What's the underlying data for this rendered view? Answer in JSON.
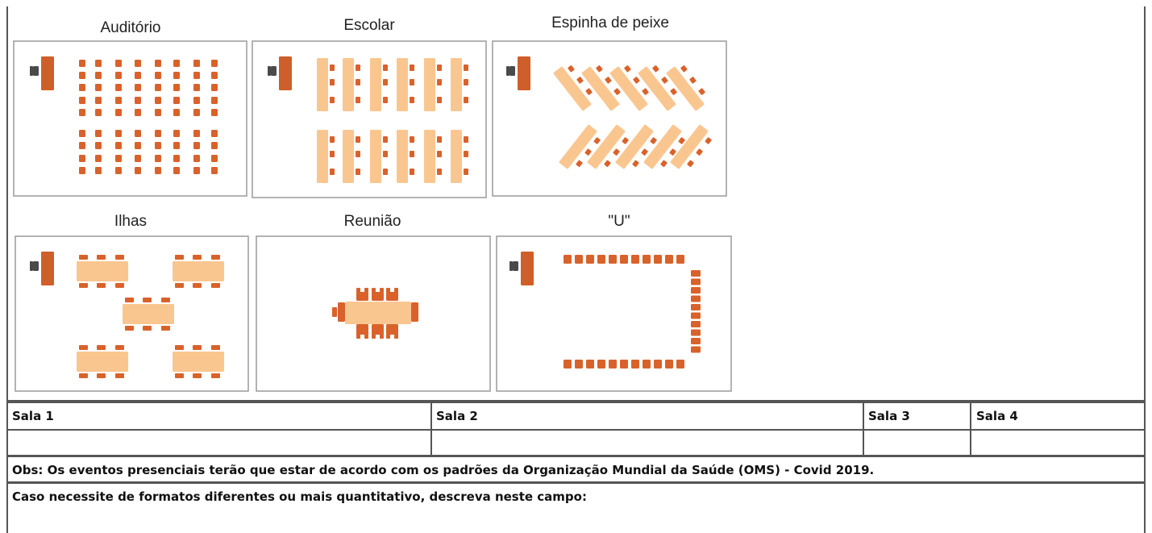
{
  "layouts": [
    {
      "label": "Auditório"
    },
    {
      "label": "Escolar"
    },
    {
      "label": "Espinha de peixe"
    },
    {
      "label": "Ilhas"
    },
    {
      "label": "Reunião"
    },
    {
      "label": "\"U\""
    }
  ],
  "table": {
    "headers": [
      "Sala 1",
      "Sala 2",
      "Sala 3",
      "Sala 4"
    ],
    "values": [
      "",
      "",
      "",
      ""
    ],
    "obs": "Obs: Os eventos presenciais terão que estar de acordo com os padrões da Organização Mundial da Saúde (OMS) - Covid 2019.",
    "request_label": "Caso necessite de formatos diferentes ou mais quantitativo, descreva neste campo:",
    "request_value": ""
  },
  "colors": {
    "chair": "#d9622b",
    "table": "#fac690",
    "desk": "#cf5f2a",
    "person": "#4a4a4a",
    "frame": "#9a9a9a"
  }
}
